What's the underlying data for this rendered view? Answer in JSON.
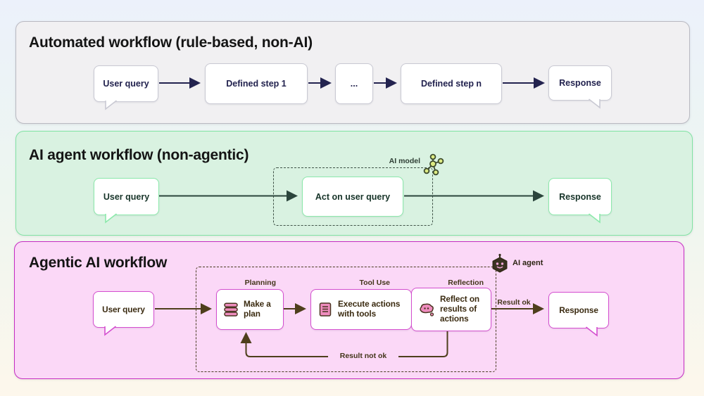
{
  "panels": [
    {
      "title": "Automated workflow (rule-based, non-AI)",
      "nodes": {
        "user_query": "User query",
        "step_1": "Defined step 1",
        "ellipsis": "...",
        "step_n": "Defined step n",
        "response": "Response"
      }
    },
    {
      "title": "AI agent workflow (non-agentic)",
      "nodes": {
        "user_query": "User query",
        "act": "Act on user query",
        "response": "Response"
      },
      "labels": {
        "ai_model": "AI model"
      }
    },
    {
      "title": "Agentic AI workflow",
      "nodes": {
        "user_query": "User query",
        "plan": "Make a plan",
        "execute": "Execute actions with tools",
        "reflect": "Reflect on results of actions",
        "response": "Response"
      },
      "labels": {
        "ai_agent": "AI agent",
        "planning": "Planning",
        "tool_use": "Tool Use",
        "reflection": "Reflection",
        "result_ok": "Result ok",
        "result_not_ok": "Result not ok"
      }
    }
  ],
  "colors": {
    "panel1_bg": "#f1f0f2",
    "panel1_border": "#b9b9c1",
    "panel1_arrow": "#23234f",
    "panel2_bg": "#d9f2e1",
    "panel2_border": "#81e3a3",
    "panel2_arrow": "#2b453c",
    "panel3_bg": "#fbd8f7",
    "panel3_border": "#c52cc2",
    "panel3_arrow": "#4e3f1c",
    "icon_pink": "#ee8cbe",
    "icon_green": "#dcea83"
  }
}
